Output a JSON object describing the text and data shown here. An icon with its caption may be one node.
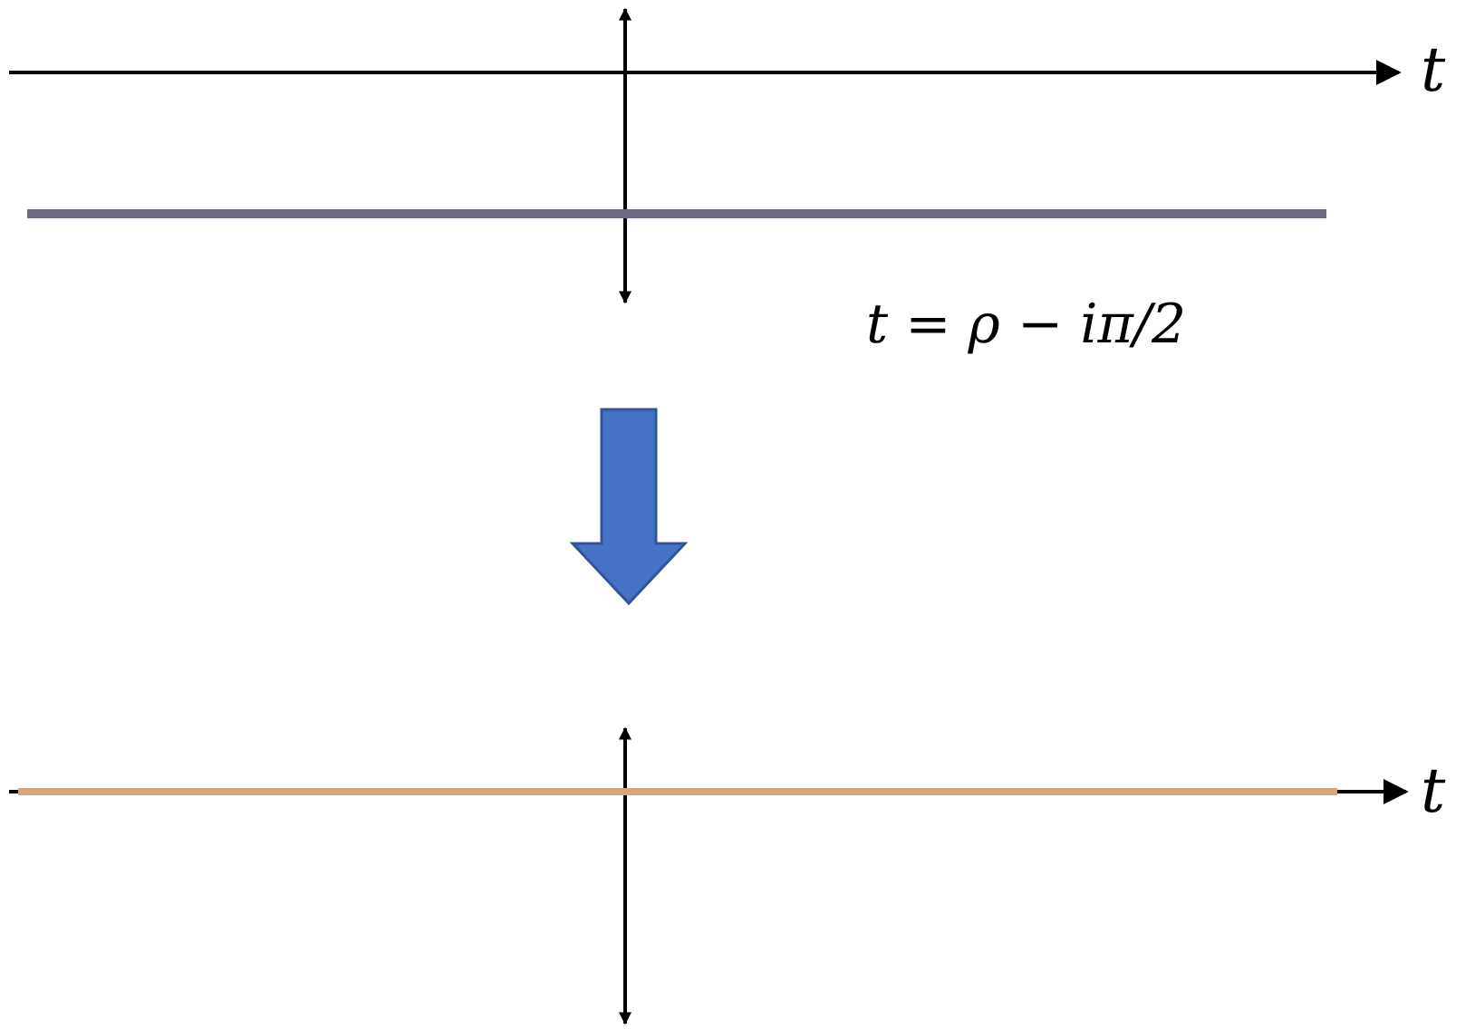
{
  "diagram": {
    "labels": [
      "t",
      "t = ρ − iπ/2",
      "t"
    ]
  }
}
